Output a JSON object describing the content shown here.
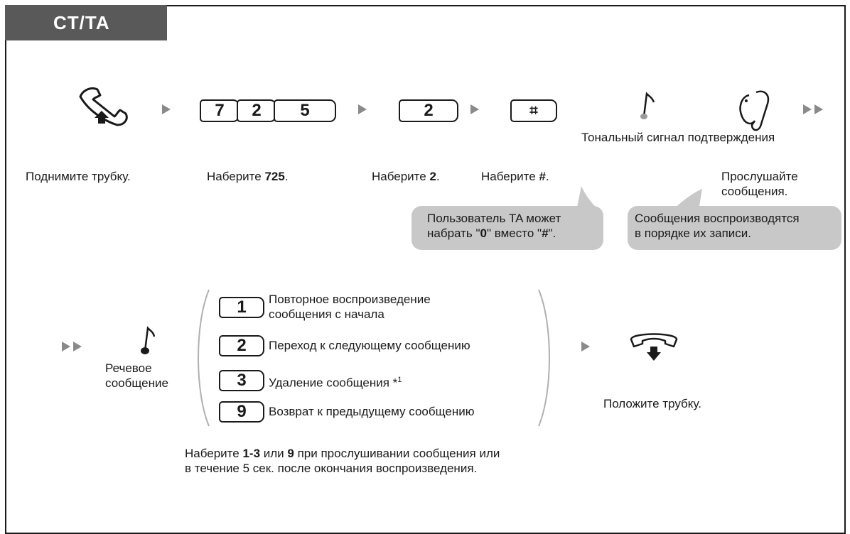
{
  "tag": "CT/TA",
  "row1": {
    "keys_725": [
      "7",
      "2",
      "5"
    ],
    "key_2": "2",
    "key_hash": "⌗",
    "confirm_tone_label": "Тональный сигнал подтверждения",
    "steps": {
      "lift_handset": "Поднимите трубку.",
      "dial_725_prefix": "Наберите ",
      "dial_725_bold": "725",
      "dial_725_suffix": ".",
      "dial_2_prefix": "Наберите ",
      "dial_2_bold": "2",
      "dial_2_suffix": ".",
      "dial_hash_prefix": "Наберите ",
      "dial_hash_bold": "#",
      "dial_hash_suffix": ".",
      "listen_line1": "Прослушайте",
      "listen_line2": "сообщения."
    },
    "bubble_ta": {
      "line1": "Пользователь TA может",
      "line2_a": "набрать \"",
      "line2_b": "0",
      "line2_c": "\" вместо \"",
      "line2_d": "#",
      "line2_e": "\"."
    },
    "bubble_order": {
      "line1": "Сообщения воспроизводятся",
      "line2": "в порядке их записи."
    }
  },
  "row2": {
    "voice_message_line1": "Речевое",
    "voice_message_line2": "сообщение",
    "options": [
      {
        "key": "1",
        "label_line1": "Повторное воспроизведение",
        "label_line2": "сообщения с начала"
      },
      {
        "key": "2",
        "label_line1": "Переход к следующему сообщению"
      },
      {
        "key": "3",
        "label_line1": "Удаление сообщения *",
        "sup": "1"
      },
      {
        "key": "9",
        "label_line1": "Возврат к предыдущему сообщению"
      }
    ],
    "hang_up": "Положите трубку.",
    "note_line1_a": "Наберите ",
    "note_line1_b": "1-3",
    "note_line1_c": " или ",
    "note_line1_d": "9",
    "note_line1_e": " при прослушивании сообщения или",
    "note_line2": "в течение 5 сек. после окончания воспроизведения."
  }
}
